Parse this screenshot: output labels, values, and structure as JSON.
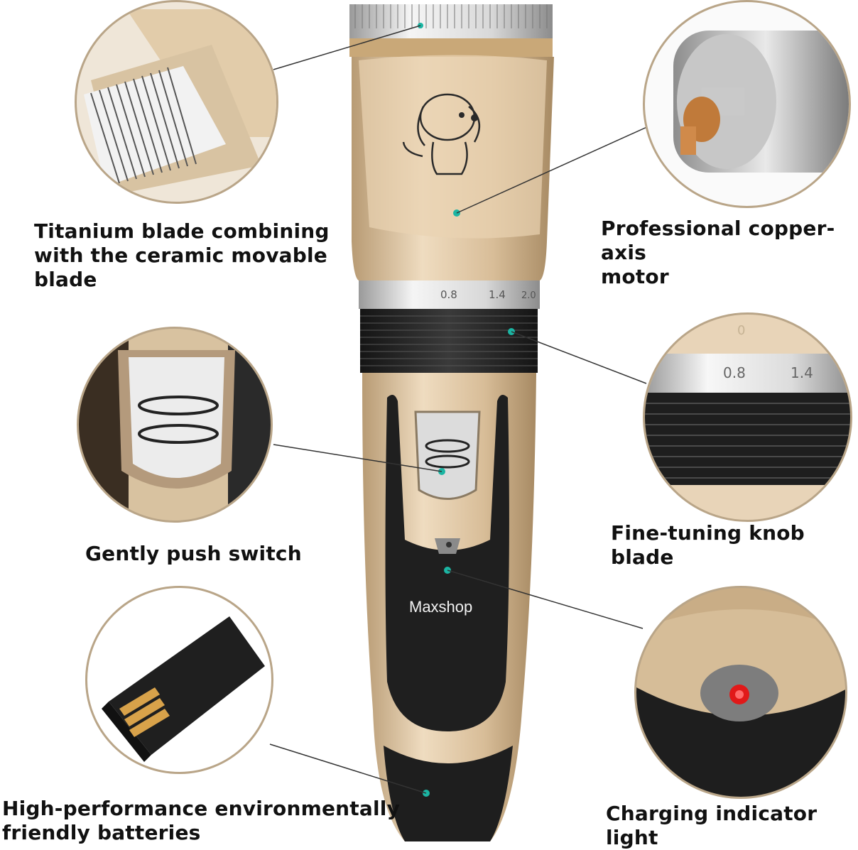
{
  "brand": "Maxshop",
  "accent_colors": {
    "gold": "#d9bf9b",
    "black": "#1e1e1e",
    "callout_dot": "#1bb5a3",
    "ring": "#b9a588"
  },
  "dial_marks": [
    "0",
    "0.8",
    "1.4",
    "2.0"
  ],
  "features": {
    "blade": "Titanium blade combining with the ceramic movable blade",
    "motor": "Professional copper-axis motor",
    "switch": "Gently push switch",
    "knob": "Fine-tuning knob blade",
    "battery": "High-performance environmentally friendly batteries",
    "indicator": "Charging indicator light"
  },
  "label_lines": {
    "blade": [
      "Titanium blade combining",
      "with the ceramic movable",
      "blade"
    ],
    "motor": [
      "Professional copper-axis",
      "motor"
    ],
    "switch": [
      "Gently push switch"
    ],
    "knob": [
      "Fine-tuning knob blade"
    ],
    "battery": [
      "High-performance environmentally",
      "friendly batteries"
    ],
    "indicator": [
      "Charging indicator light"
    ]
  }
}
